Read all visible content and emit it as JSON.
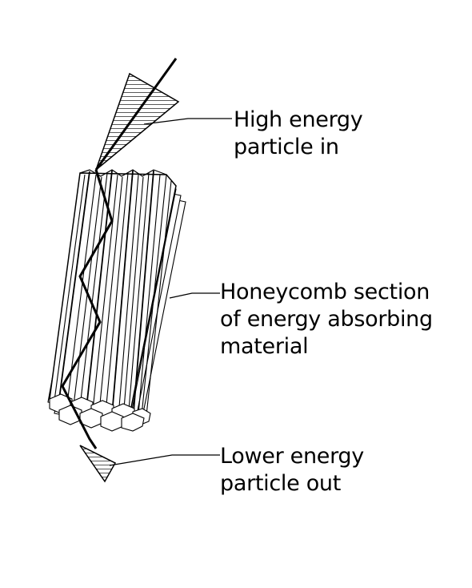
{
  "labels": {
    "particle_in": [
      "High energy",
      "particle in"
    ],
    "honeycomb": [
      "Honeycomb section",
      "of energy absorbing",
      "material"
    ],
    "particle_out": [
      "Lower energy",
      "particle out"
    ]
  },
  "colors": {
    "ink": "#000000",
    "background": "#ffffff"
  }
}
